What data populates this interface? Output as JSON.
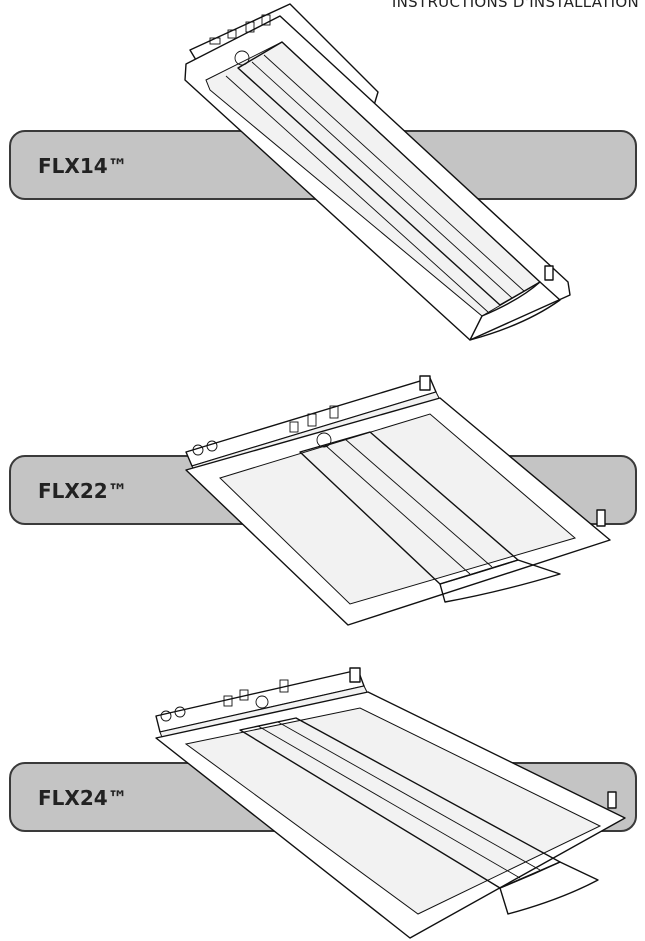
{
  "page": {
    "header": "INSTRUCTIONS D'INSTALLATION"
  },
  "fixtures": [
    {
      "label": "FLX14™",
      "icon": "troffer-1x4-icon"
    },
    {
      "label": "FLX22™",
      "icon": "troffer-2x2-icon"
    },
    {
      "label": "FLX24™",
      "icon": "troffer-2x4-icon"
    }
  ],
  "colors": {
    "band_fill": "#c4c4c4",
    "band_border": "#3a3a3a",
    "line_art": "#111111"
  }
}
